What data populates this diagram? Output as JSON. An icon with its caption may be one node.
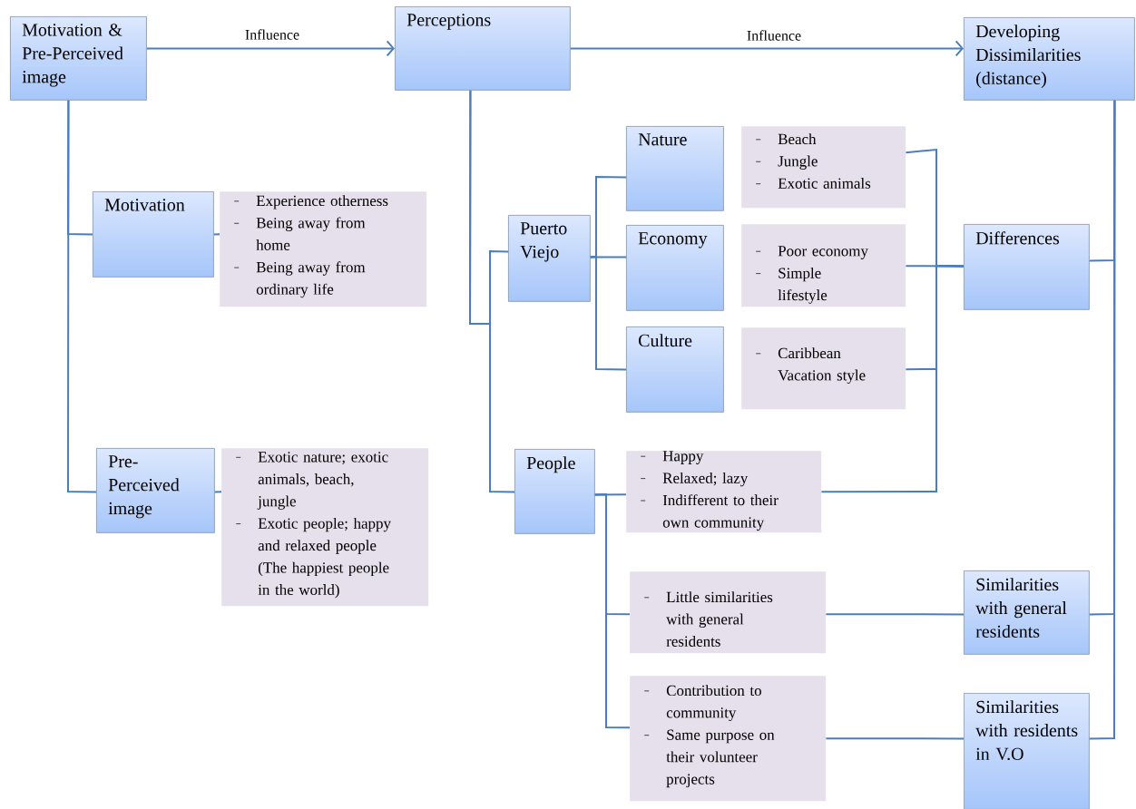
{
  "diagram": {
    "nodes": [
      {
        "text": [
          "Motivation & Pre-Perceived image"
        ]
      },
      {
        "text": [
          "Perceptions"
        ]
      },
      {
        "text": [
          "Developing Dissimilarities (distance)"
        ]
      },
      {
        "text": [
          "Motivation"
        ]
      },
      {
        "text": [
          "Experience otherness",
          "Being away from home",
          "Being away from ordinary life"
        ]
      },
      {
        "text": [
          "Pre-Perceived image"
        ]
      },
      {
        "text": [
          "Exotic nature; exotic animals, beach, jungle",
          "Exotic people; happy and relaxed people (The happiest people in the world)"
        ]
      },
      {
        "text": [
          "Puerto Viejo"
        ]
      },
      {
        "text": [
          "People"
        ]
      },
      {
        "text": [
          "Nature"
        ]
      },
      {
        "text": [
          "Economy"
        ]
      },
      {
        "text": [
          "Culture"
        ]
      },
      {
        "text": [
          "Beach",
          "Jungle",
          "Exotic animals"
        ]
      },
      {
        "text": [
          "Poor economy",
          "Simple lifestyle"
        ]
      },
      {
        "text": [
          "Caribbean Vacation style"
        ]
      },
      {
        "text": [
          "Happy",
          "Relaxed; lazy",
          "Indifferent to their own community"
        ]
      },
      {
        "text": [
          "Little similarities with general residents"
        ]
      },
      {
        "text": [
          "Contribution to community",
          "Same purpose on their volunteer projects"
        ]
      },
      {
        "text": [
          "Differences"
        ]
      },
      {
        "text": [
          "Similarities with general residents"
        ]
      },
      {
        "text": [
          "Similarities with residents in V.O"
        ]
      }
    ],
    "edges": [
      {
        "from": 0,
        "to": 1,
        "arrow": "to",
        "label": "Influence"
      },
      {
        "from": 1,
        "to": 2,
        "arrow": "to",
        "label": "Influence"
      },
      {
        "from": 0,
        "to": 3,
        "arrow": "none"
      },
      {
        "from": 0,
        "to": 5,
        "arrow": "none"
      },
      {
        "from": 3,
        "to": 4,
        "arrow": "none"
      },
      {
        "from": 5,
        "to": 6,
        "arrow": "none"
      },
      {
        "from": 1,
        "to": 7,
        "arrow": "none"
      },
      {
        "from": 1,
        "to": 8,
        "arrow": "none"
      },
      {
        "from": 7,
        "to": 9,
        "arrow": "none"
      },
      {
        "from": 7,
        "to": 10,
        "arrow": "none"
      },
      {
        "from": 7,
        "to": 11,
        "arrow": "none"
      },
      {
        "from": 8,
        "to": 15,
        "arrow": "none"
      },
      {
        "from": 8,
        "to": 16,
        "arrow": "none"
      },
      {
        "from": 8,
        "to": 17,
        "arrow": "none"
      },
      {
        "from": 12,
        "to": 18,
        "arrow": "none"
      },
      {
        "from": 13,
        "to": 18,
        "arrow": "none"
      },
      {
        "from": 14,
        "to": 18,
        "arrow": "none"
      },
      {
        "from": 15,
        "to": 18,
        "arrow": "none"
      },
      {
        "from": 16,
        "to": 19,
        "arrow": "none"
      },
      {
        "from": 17,
        "to": 20,
        "arrow": "none"
      },
      {
        "from": 18,
        "to": 2,
        "arrow": "none"
      },
      {
        "from": 19,
        "to": 2,
        "arrow": "none"
      },
      {
        "from": 20,
        "to": 2,
        "arrow": "none"
      }
    ]
  }
}
